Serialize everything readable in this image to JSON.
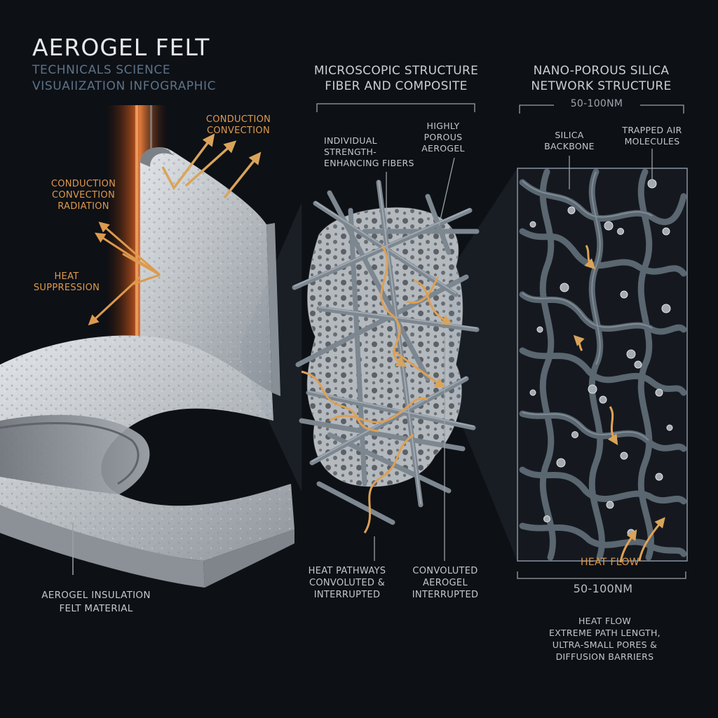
{
  "title": "AEROGEL FELT",
  "subtitle_lines": [
    "TECHNICALS SCIENCE",
    "VISUAIIZATION INFOGRAPHIC"
  ],
  "left_panel": {
    "label_top_right": [
      "CONDUCTION",
      "CONVECTION"
    ],
    "label_left": [
      "CONDUCTION",
      "CONVECTION",
      "RADIATION"
    ],
    "label_suppression": [
      "HEAT",
      "SUPPRESSION"
    ],
    "label_material": [
      "AEROGEL INSULATION",
      "FELT MATERIAL"
    ]
  },
  "middle_panel": {
    "header": [
      "MICROSCOPIC STRUCTURE",
      "FIBER AND COMPOSITE"
    ],
    "label_fibers": [
      "INDIVIDUAL",
      "STRENGTH-",
      "ENHANCING FIBERS"
    ],
    "label_porous": [
      "HIGHLY",
      "POROUS",
      "AEROGEL"
    ],
    "label_pathways": [
      "HEAT PATHWAYS",
      "CONVOLUTED &",
      "INTERRUPTED"
    ],
    "label_convoluted": [
      "CONVOLUTED",
      "AEROGEL",
      "INTERRUPTED"
    ]
  },
  "right_panel": {
    "header": [
      "NANO-POROUS SILICA",
      "NETWORK STRUCTURE"
    ],
    "dimension_top": "50-100nm",
    "label_backbone": [
      "SILICA",
      "BACKBONE"
    ],
    "label_air": [
      "TRAPPED AIR",
      "MOLECULES"
    ],
    "label_heat_flow": "HEAT FLOW",
    "dimension_bottom": "50-100nm",
    "caption": [
      "HEAT FLOW",
      "EXTREME PATH LENGTH,",
      "ULTRA-SMALL PORES &",
      "DIFFUSION BARRIERS"
    ]
  },
  "colors": {
    "background": "#0d1015",
    "heat_orange": "#dd9a4d",
    "felt": "#c9cdd1",
    "silica": "#56626c",
    "fiber": "#7d8790"
  }
}
